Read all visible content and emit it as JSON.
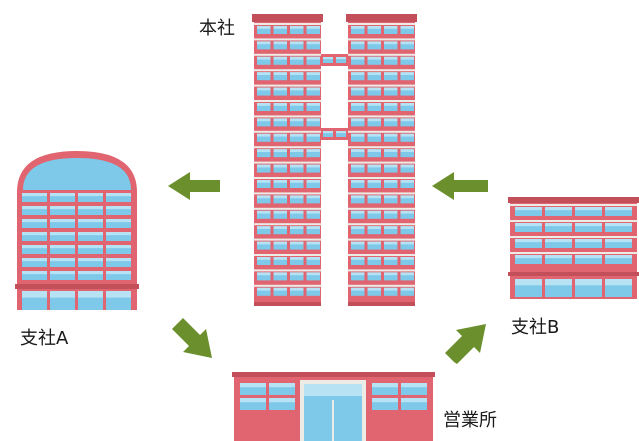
{
  "labels": {
    "headquarters": "本社",
    "branch_a": "支社A",
    "branch_b": "支社B",
    "sales_office": "営業所"
  },
  "colors": {
    "wall": "#e06570",
    "wall_dark": "#c34f5b",
    "window": "#7ec9ea",
    "window_light": "#b6e2f4",
    "frame": "#ecebe6",
    "arrow": "#6a8f2c"
  },
  "arrows": [
    {
      "from": "headquarters",
      "to": "branch_a",
      "direction": "left"
    },
    {
      "from": "branch_b",
      "to": "headquarters",
      "direction": "left"
    },
    {
      "from": "branch_a",
      "to": "sales_office",
      "direction": "down-right"
    },
    {
      "from": "sales_office",
      "to": "branch_b",
      "direction": "up-right"
    }
  ]
}
